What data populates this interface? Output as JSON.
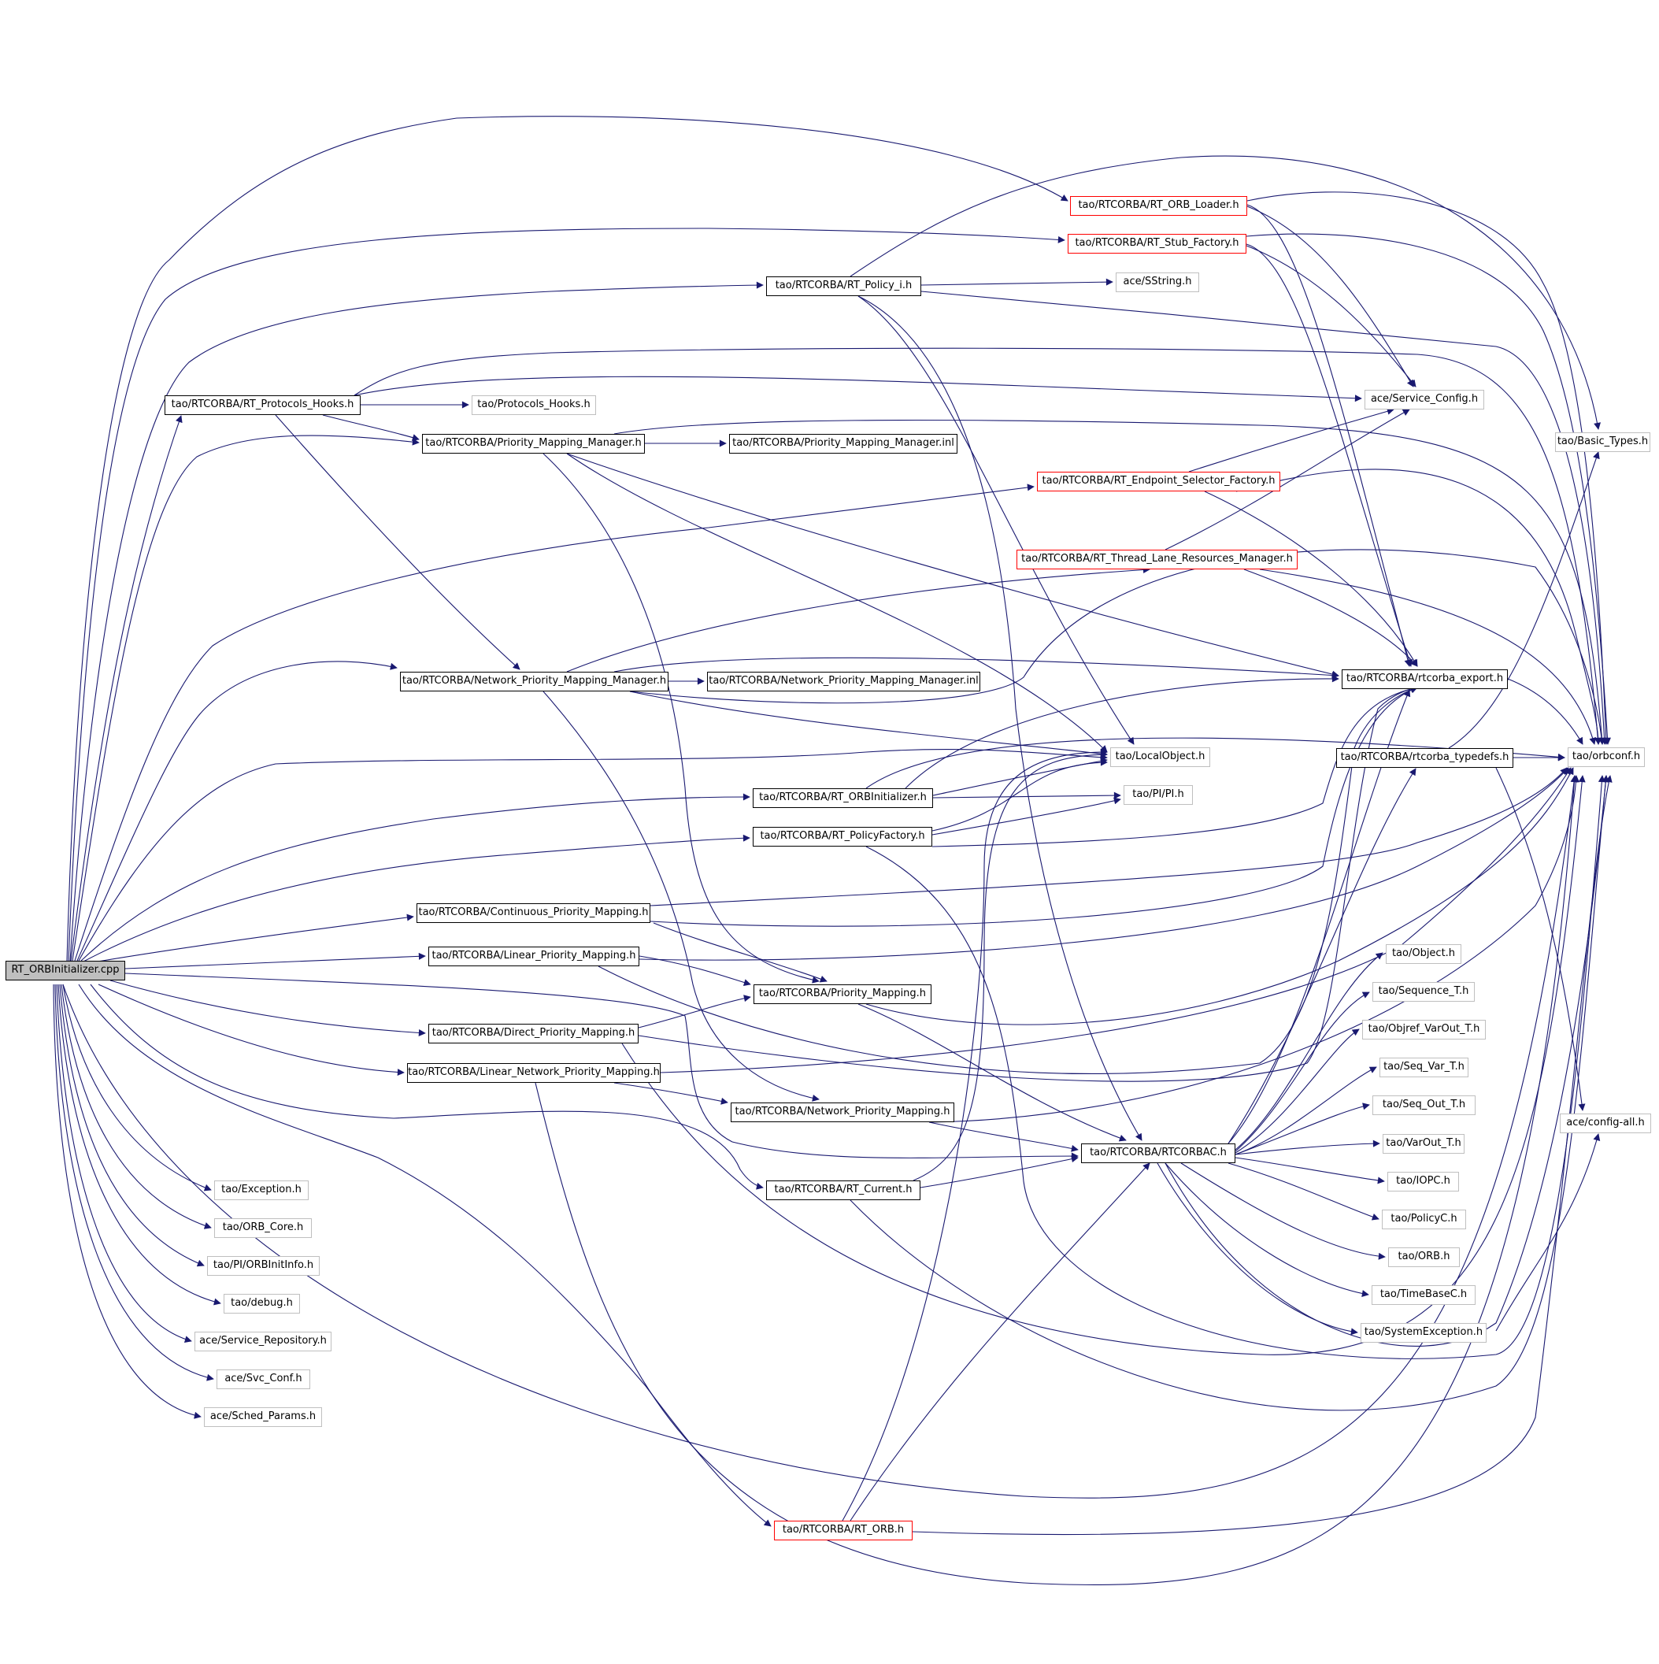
{
  "diagram": {
    "title": "",
    "colors": {
      "edge": "#191970",
      "node_border": "#000000",
      "truncated_border": "#ff0000",
      "external_border": "#bfbfbf",
      "root_fill": "#bfbfbf"
    },
    "nodes": [
      {
        "id": "root",
        "label": "RT_ORBInitializer.cpp",
        "kind": "root"
      },
      {
        "id": "orb_loader",
        "label": "tao/RTCORBA/RT_ORB_Loader.h",
        "kind": "red"
      },
      {
        "id": "stub_factory",
        "label": "tao/RTCORBA/RT_Stub_Factory.h",
        "kind": "red"
      },
      {
        "id": "policy_i",
        "label": "tao/RTCORBA/RT_Policy_i.h",
        "kind": "box"
      },
      {
        "id": "sstring",
        "label": "ace/SString.h",
        "kind": "ext"
      },
      {
        "id": "protocols_hooks",
        "label": "tao/RTCORBA/RT_Protocols_Hooks.h",
        "kind": "box"
      },
      {
        "id": "tao_protocols_hooks",
        "label": "tao/Protocols_Hooks.h",
        "kind": "ext"
      },
      {
        "id": "service_config",
        "label": "ace/Service_Config.h",
        "kind": "ext"
      },
      {
        "id": "pmm",
        "label": "tao/RTCORBA/Priority_Mapping_Manager.h",
        "kind": "box"
      },
      {
        "id": "pmm_inl",
        "label": "tao/RTCORBA/Priority_Mapping_Manager.inl",
        "kind": "box"
      },
      {
        "id": "basic_types",
        "label": "tao/Basic_Types.h",
        "kind": "ext"
      },
      {
        "id": "endpoint_sel",
        "label": "tao/RTCORBA/RT_Endpoint_Selector_Factory.h",
        "kind": "red"
      },
      {
        "id": "thread_lane",
        "label": "tao/RTCORBA/RT_Thread_Lane_Resources_Manager.h",
        "kind": "red"
      },
      {
        "id": "npmm",
        "label": "tao/RTCORBA/Network_Priority_Mapping_Manager.h",
        "kind": "box"
      },
      {
        "id": "npmm_inl",
        "label": "tao/RTCORBA/Network_Priority_Mapping_Manager.inl",
        "kind": "box"
      },
      {
        "id": "rtcorba_export",
        "label": "tao/RTCORBA/rtcorba_export.h",
        "kind": "box"
      },
      {
        "id": "localobject",
        "label": "tao/LocalObject.h",
        "kind": "ext"
      },
      {
        "id": "rtcorba_typedefs",
        "label": "tao/RTCORBA/rtcorba_typedefs.h",
        "kind": "box"
      },
      {
        "id": "orbconf",
        "label": "tao/orbconf.h",
        "kind": "ext"
      },
      {
        "id": "rt_orbinitializer_h",
        "label": "tao/RTCORBA/RT_ORBInitializer.h",
        "kind": "box"
      },
      {
        "id": "pi",
        "label": "tao/PI/PI.h",
        "kind": "ext"
      },
      {
        "id": "policyfactory",
        "label": "tao/RTCORBA/RT_PolicyFactory.h",
        "kind": "box"
      },
      {
        "id": "cont_pm",
        "label": "tao/RTCORBA/Continuous_Priority_Mapping.h",
        "kind": "box"
      },
      {
        "id": "object",
        "label": "tao/Object.h",
        "kind": "ext"
      },
      {
        "id": "linear_pm",
        "label": "tao/RTCORBA/Linear_Priority_Mapping.h",
        "kind": "box"
      },
      {
        "id": "sequence_t",
        "label": "tao/Sequence_T.h",
        "kind": "ext"
      },
      {
        "id": "priority_mapping",
        "label": "tao/RTCORBA/Priority_Mapping.h",
        "kind": "box"
      },
      {
        "id": "objref",
        "label": "tao/Objref_VarOut_T.h",
        "kind": "ext"
      },
      {
        "id": "direct_pm",
        "label": "tao/RTCORBA/Direct_Priority_Mapping.h",
        "kind": "box"
      },
      {
        "id": "seq_var",
        "label": "tao/Seq_Var_T.h",
        "kind": "ext"
      },
      {
        "id": "linear_npm",
        "label": "tao/RTCORBA/Linear_Network_Priority_Mapping.h",
        "kind": "box"
      },
      {
        "id": "seq_out",
        "label": "tao/Seq_Out_T.h",
        "kind": "ext"
      },
      {
        "id": "npm",
        "label": "tao/RTCORBA/Network_Priority_Mapping.h",
        "kind": "box"
      },
      {
        "id": "config_all",
        "label": "ace/config-all.h",
        "kind": "ext"
      },
      {
        "id": "rtcorbac",
        "label": "tao/RTCORBA/RTCORBAC.h",
        "kind": "box"
      },
      {
        "id": "varout",
        "label": "tao/VarOut_T.h",
        "kind": "ext"
      },
      {
        "id": "iopc",
        "label": "tao/IOPC.h",
        "kind": "ext"
      },
      {
        "id": "exception",
        "label": "tao/Exception.h",
        "kind": "ext"
      },
      {
        "id": "rt_current",
        "label": "tao/RTCORBA/RT_Current.h",
        "kind": "box"
      },
      {
        "id": "policyc",
        "label": "tao/PolicyC.h",
        "kind": "ext"
      },
      {
        "id": "orb_core",
        "label": "tao/ORB_Core.h",
        "kind": "ext"
      },
      {
        "id": "orb_h",
        "label": "tao/ORB.h",
        "kind": "ext"
      },
      {
        "id": "orbinitinfo",
        "label": "tao/PI/ORBInitInfo.h",
        "kind": "ext"
      },
      {
        "id": "timebase",
        "label": "tao/TimeBaseC.h",
        "kind": "ext"
      },
      {
        "id": "debug",
        "label": "tao/debug.h",
        "kind": "ext"
      },
      {
        "id": "sysexc",
        "label": "tao/SystemException.h",
        "kind": "ext"
      },
      {
        "id": "service_repo",
        "label": "ace/Service_Repository.h",
        "kind": "ext"
      },
      {
        "id": "svc_conf",
        "label": "ace/Svc_Conf.h",
        "kind": "ext"
      },
      {
        "id": "sched_params",
        "label": "ace/Sched_Params.h",
        "kind": "ext"
      },
      {
        "id": "rt_orb",
        "label": "tao/RTCORBA/RT_ORB.h",
        "kind": "red"
      }
    ]
  }
}
